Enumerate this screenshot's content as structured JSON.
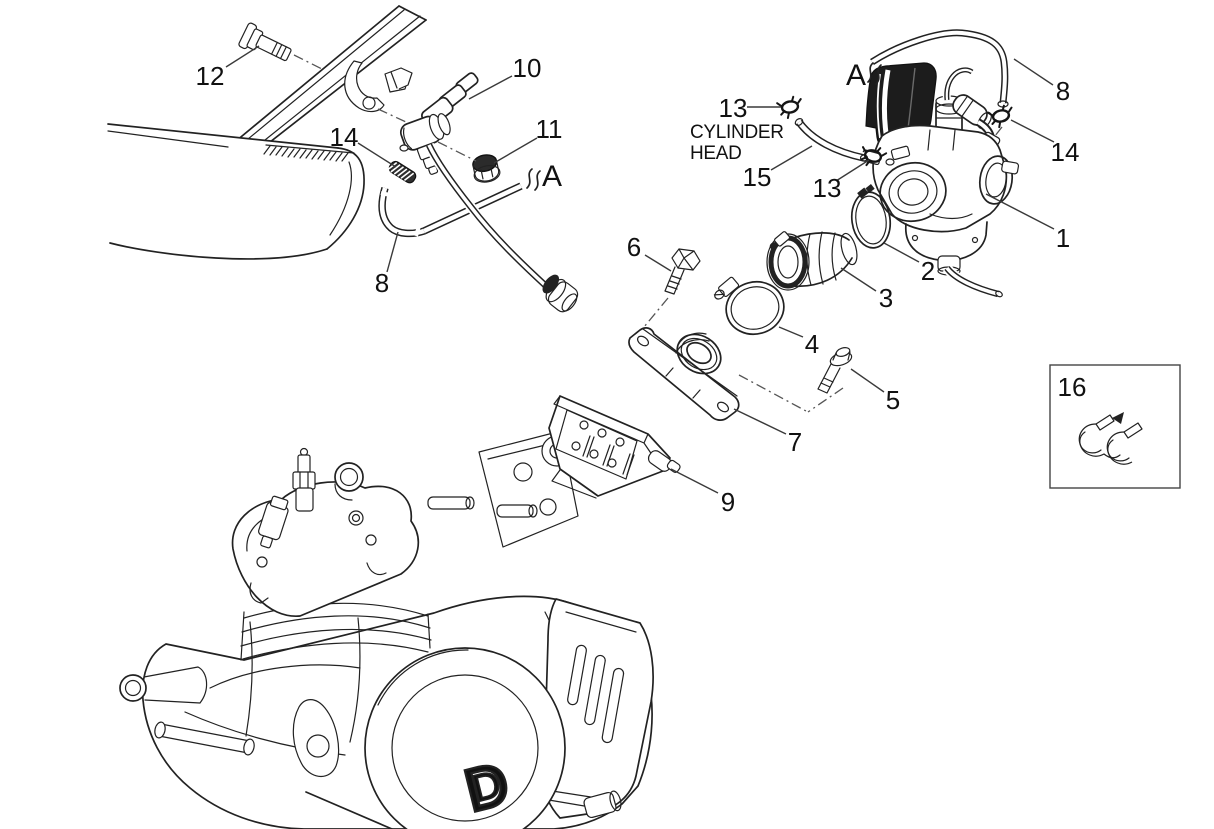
{
  "colors": {
    "background": "#ffffff",
    "line_ink": "#222222",
    "label_ink": "#111111",
    "dash_line": "#555555"
  },
  "figure": {
    "cylinder_head_label": {
      "line1": "CYLINDER",
      "line2": "HEAD"
    },
    "engine_logo": "D",
    "callouts": [
      {
        "label": "12"
      },
      {
        "label": "10"
      },
      {
        "label": "14"
      },
      {
        "label": "11"
      },
      {
        "label": "A"
      },
      {
        "label": "8"
      },
      {
        "label": "13"
      },
      {
        "label": "15"
      },
      {
        "label": "13"
      },
      {
        "label": "A"
      },
      {
        "label": "8"
      },
      {
        "label": "14"
      },
      {
        "label": "1"
      },
      {
        "label": "2"
      },
      {
        "label": "3"
      },
      {
        "label": "6"
      },
      {
        "label": "4"
      },
      {
        "label": "5"
      },
      {
        "label": "7"
      },
      {
        "label": "9"
      },
      {
        "label": "16"
      }
    ]
  }
}
